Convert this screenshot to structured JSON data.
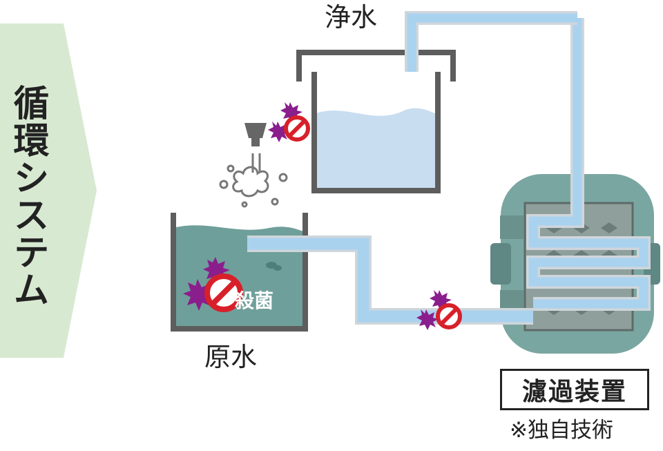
{
  "banner": {
    "text": "循環システム"
  },
  "labels": {
    "clean_water": "浄水",
    "raw_water": "原水",
    "sterilization": "殺菌",
    "filter_device": "濾過装置",
    "note": "※独自技術"
  },
  "colors": {
    "banner_fill": "#d8e9d2",
    "tank_outline": "#5d5d5d",
    "clean_water": "#c9ddf0",
    "raw_water": "#6f9f9a",
    "pipe_fill": "#a9d2ef",
    "pipe_outline": "#cfd6db",
    "filter_body": "#7aa6a1",
    "germ": "#8a1e8c",
    "no_symbol": "#d7202a"
  }
}
